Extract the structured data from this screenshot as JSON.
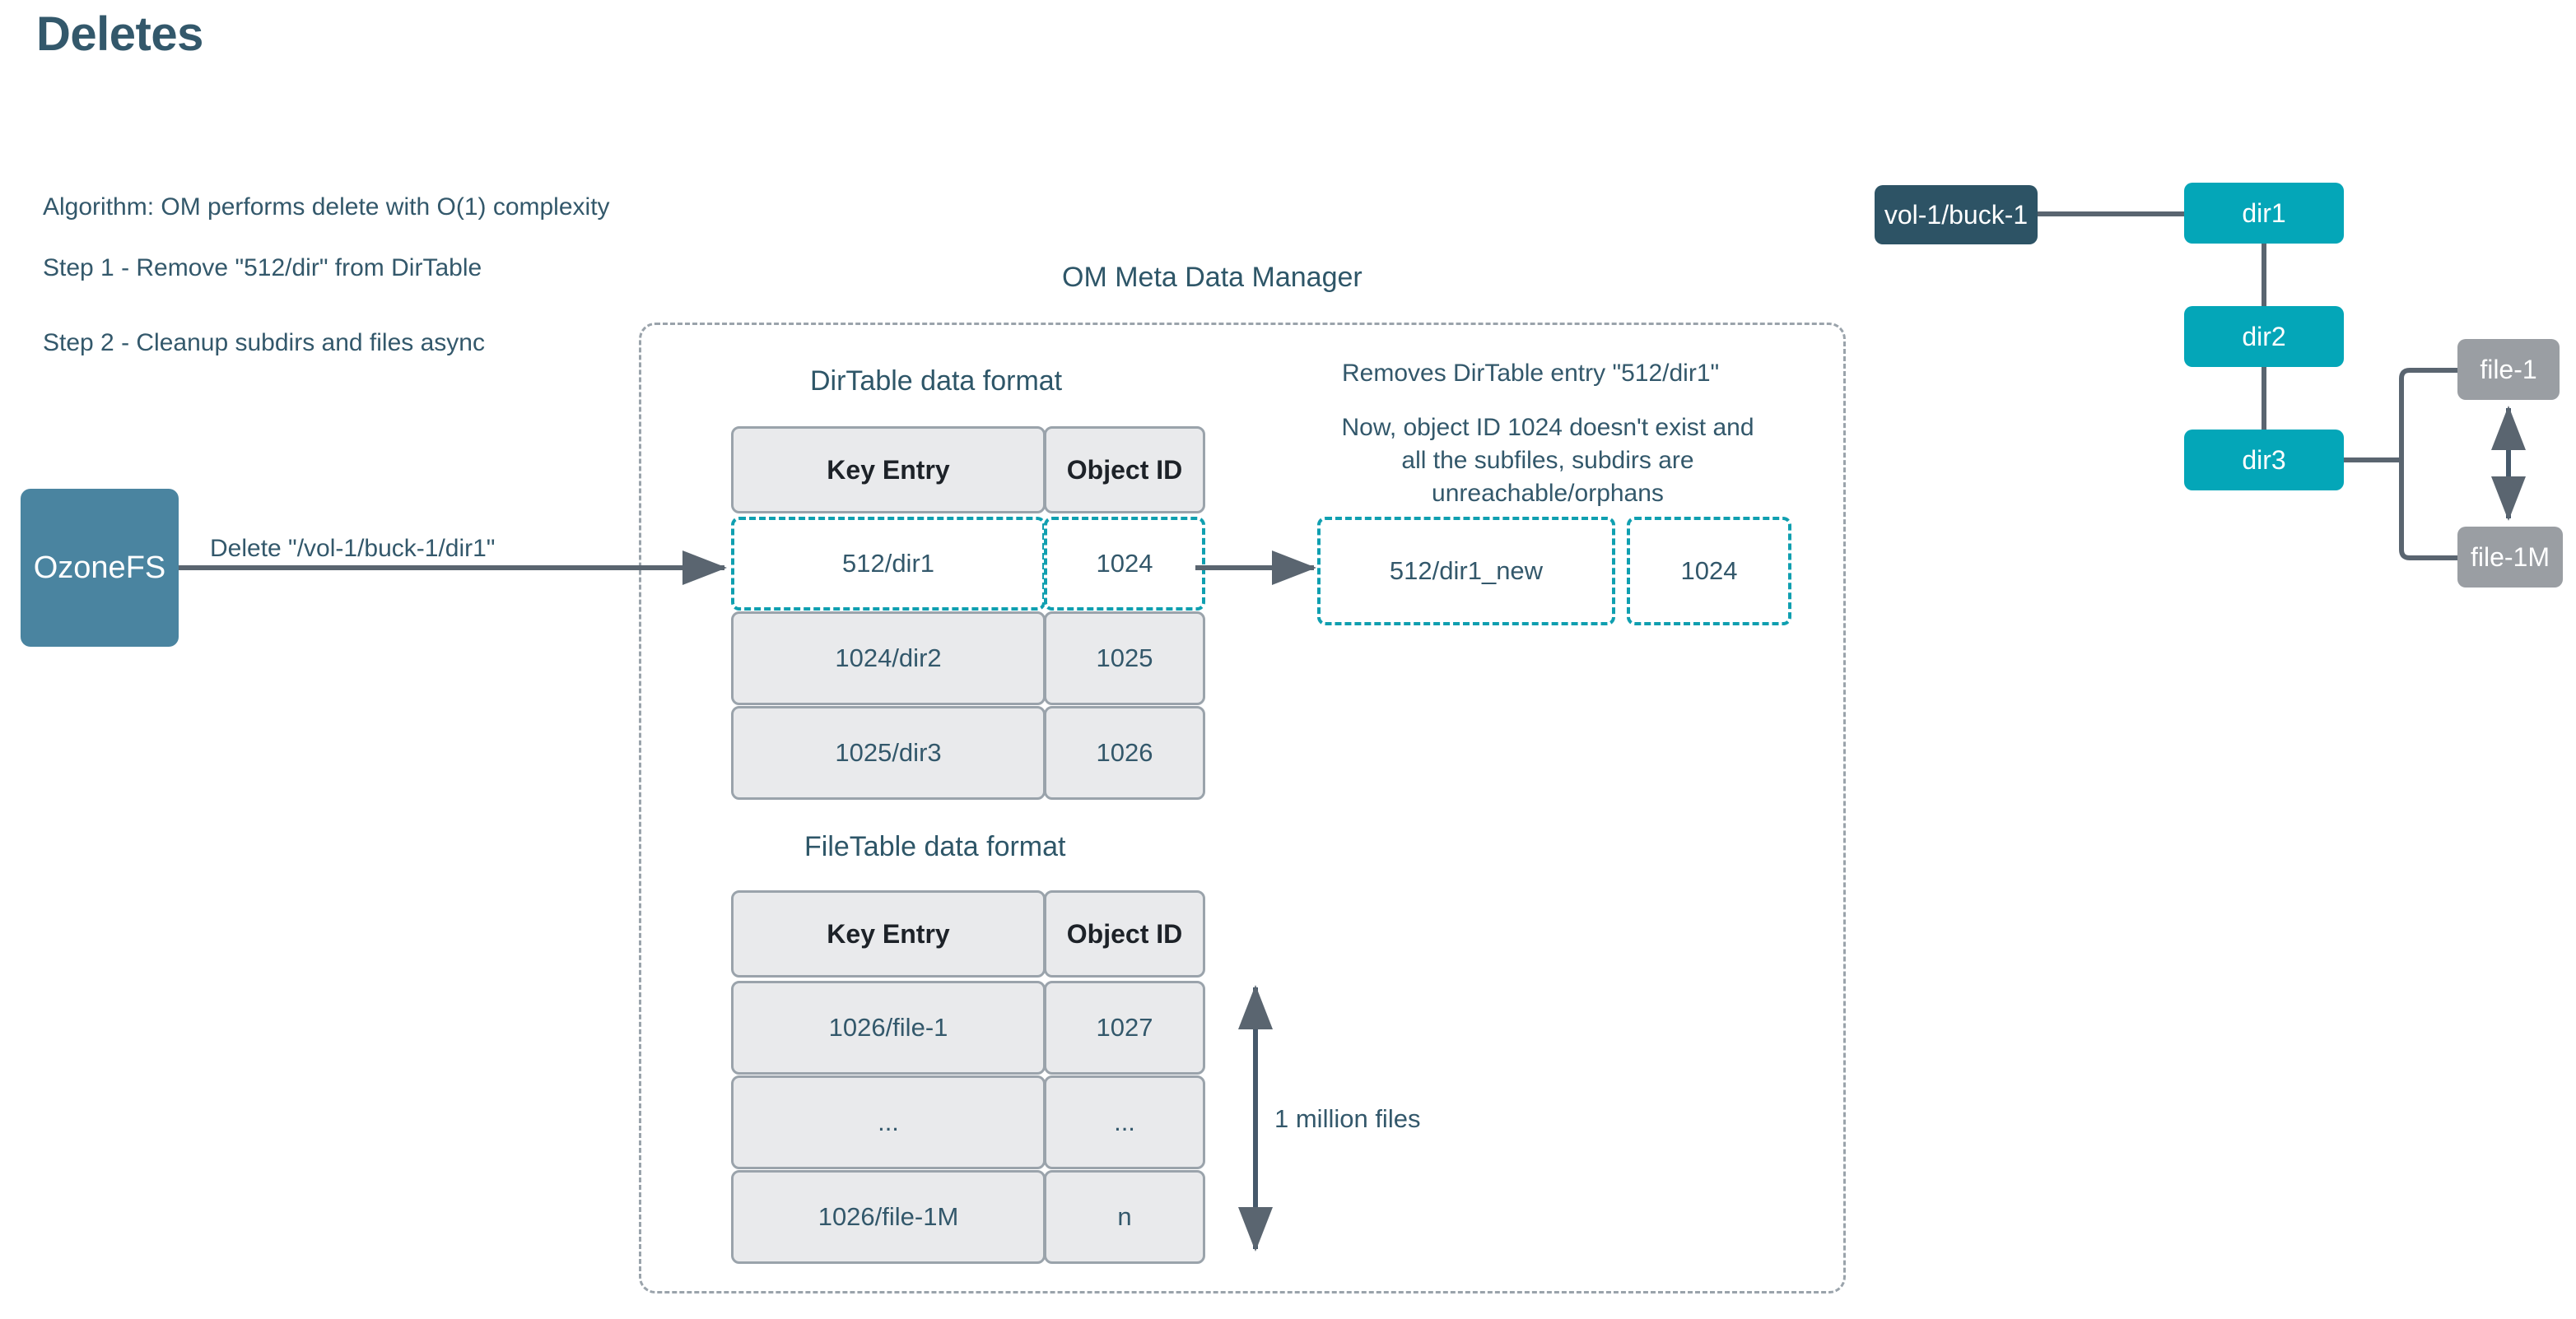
{
  "page": {
    "title": "Deletes"
  },
  "notes": [
    "Algorithm: OM performs delete with O(1) complexity",
    "Step 1 - Remove \"512/dir\" from DirTable",
    "Step 2 - Cleanup subdirs and files async"
  ],
  "source": {
    "label": "OzoneFS",
    "edge_label": "Delete  \"/vol-1/buck-1/dir1\""
  },
  "om": {
    "title": "OM Meta Data Manager",
    "dirtable": {
      "title": "DirTable data format",
      "columns": [
        "Key Entry",
        "Object ID"
      ],
      "rows": [
        {
          "key": "512/dir1",
          "oid": "1024",
          "highlight": true
        },
        {
          "key": "1024/dir2",
          "oid": "1025",
          "highlight": false
        },
        {
          "key": "1025/dir3",
          "oid": "1026",
          "highlight": false
        }
      ]
    },
    "filetable": {
      "title": "FileTable data format",
      "columns": [
        "Key Entry",
        "Object ID"
      ],
      "rows": [
        {
          "key": "1026/file-1",
          "oid": "1027"
        },
        {
          "key": "...",
          "oid": "..."
        },
        {
          "key": "1026/file-1M",
          "oid": "n"
        }
      ],
      "scale_label": "1 million files"
    }
  },
  "result": {
    "heading": "Removes DirTable entry \"512/dir1\"",
    "description": "Now, object ID 1024 doesn't exist and all the subfiles, subdirs are unreachable/orphans",
    "key": "512/dir1_new",
    "oid": "1024"
  },
  "tree": {
    "bucket": "vol-1/buck-1",
    "dirs": [
      "dir1",
      "dir2",
      "dir3"
    ],
    "files": [
      "file-1",
      "file-1M"
    ]
  },
  "colors": {
    "title": "#33586b",
    "ozonefs": "#4a84a0",
    "bucket": "#2d5365",
    "dir": "#04a6b8",
    "file": "#9a9ea3",
    "highlight": "#0f9fb0",
    "cell_fill": "#e9eaec",
    "cell_border": "#9aa3ab",
    "connector": "#5a6570"
  }
}
